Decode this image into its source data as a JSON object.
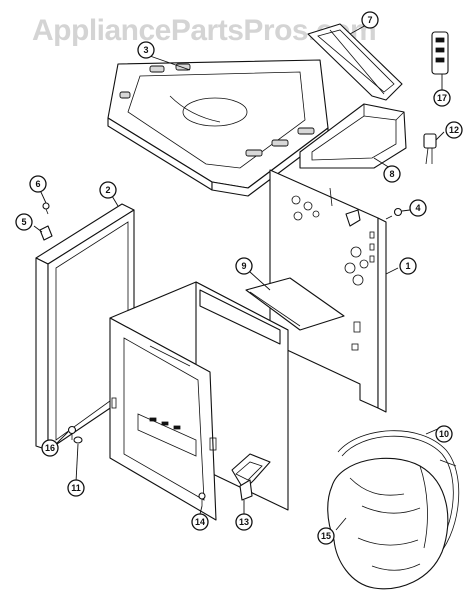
{
  "watermark": "AppliancePartsPros.com",
  "callouts": [
    {
      "id": "1",
      "label": "1"
    },
    {
      "id": "2",
      "label": "2"
    },
    {
      "id": "3",
      "label": "3"
    },
    {
      "id": "4",
      "label": "4"
    },
    {
      "id": "5",
      "label": "5"
    },
    {
      "id": "6",
      "label": "6"
    },
    {
      "id": "7",
      "label": "7"
    },
    {
      "id": "8",
      "label": "8"
    },
    {
      "id": "9",
      "label": "9"
    },
    {
      "id": "10",
      "label": "10"
    },
    {
      "id": "11",
      "label": "11"
    },
    {
      "id": "12",
      "label": "12"
    },
    {
      "id": "13",
      "label": "13"
    },
    {
      "id": "14",
      "label": "14"
    },
    {
      "id": "15",
      "label": "15"
    },
    {
      "id": "16",
      "label": "16"
    },
    {
      "id": "17",
      "label": "17"
    }
  ]
}
